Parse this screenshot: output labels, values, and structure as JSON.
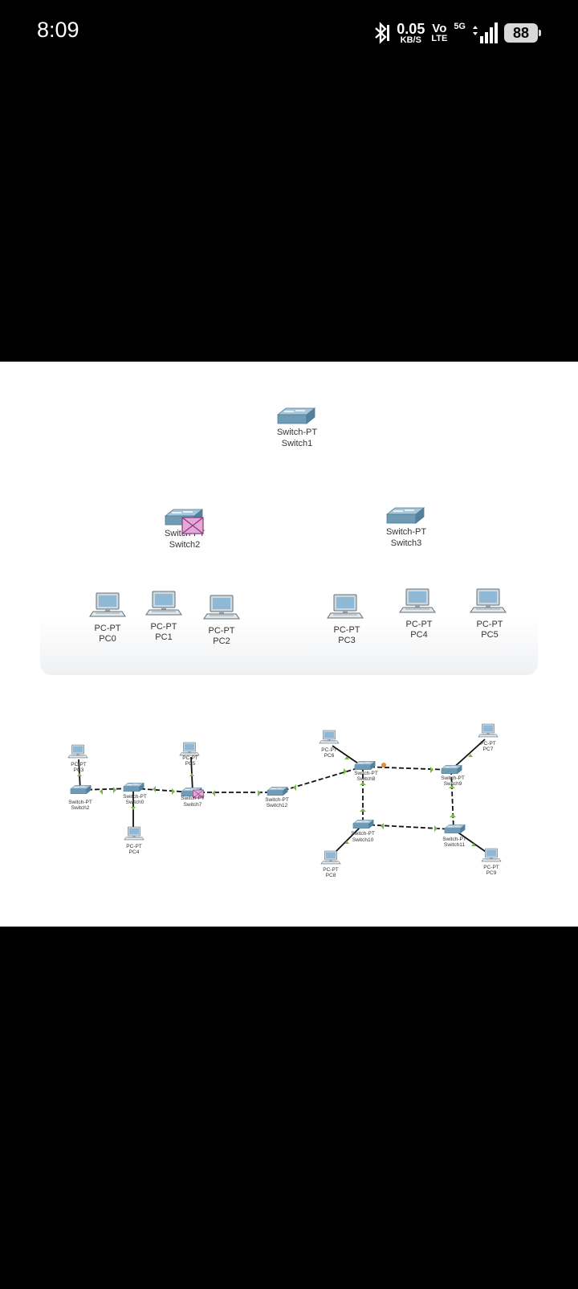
{
  "status_bar": {
    "time": "8:09",
    "speed_value": "0.05",
    "speed_unit": "KB/S",
    "volte_top": "Vo",
    "volte_bottom": "LTE",
    "network": "5G",
    "battery": "88"
  },
  "diagram1": {
    "switches": [
      {
        "type": "Switch-PT",
        "name": "Switch1"
      },
      {
        "type": "Switch-PT",
        "name": "Switch2"
      },
      {
        "type": "Switch-PT",
        "name": "Switch3"
      }
    ],
    "pcs": [
      {
        "type": "PC-PT",
        "name": "PC0"
      },
      {
        "type": "PC-PT",
        "name": "PC1"
      },
      {
        "type": "PC-PT",
        "name": "PC2"
      },
      {
        "type": "PC-PT",
        "name": "PC3"
      },
      {
        "type": "PC-PT",
        "name": "PC4"
      },
      {
        "type": "PC-PT",
        "name": "PC5"
      }
    ]
  },
  "diagram2": {
    "switches": [
      {
        "type": "Switch-PT",
        "name": "Switch2"
      },
      {
        "type": "Switch-PT",
        "name": "Switch0"
      },
      {
        "type": "Switch-PT",
        "name": "Switch7"
      },
      {
        "type": "Switch-PT",
        "name": "Switch12"
      },
      {
        "type": "Switch-PT",
        "name": "Switch8"
      },
      {
        "type": "Switch-PT",
        "name": "Switch9"
      },
      {
        "type": "Switch-PT",
        "name": "Switch10"
      },
      {
        "type": "Switch-PT",
        "name": "Switch11"
      }
    ],
    "pcs": [
      {
        "type": "PC-PT",
        "name": "PC3"
      },
      {
        "type": "PC-PT",
        "name": "PC4"
      },
      {
        "type": "PC-PT",
        "name": "PC5"
      },
      {
        "type": "PC-PT",
        "name": "PC6"
      },
      {
        "type": "PC-PT",
        "name": "PC7"
      },
      {
        "type": "PC-PT",
        "name": "PC8"
      },
      {
        "type": "PC-PT",
        "name": "PC9"
      }
    ]
  },
  "colors": {
    "switch": "#6f9bb5",
    "link": "#111111",
    "link_indicator": "#7ab648",
    "pdu": "#e6a8d8"
  }
}
